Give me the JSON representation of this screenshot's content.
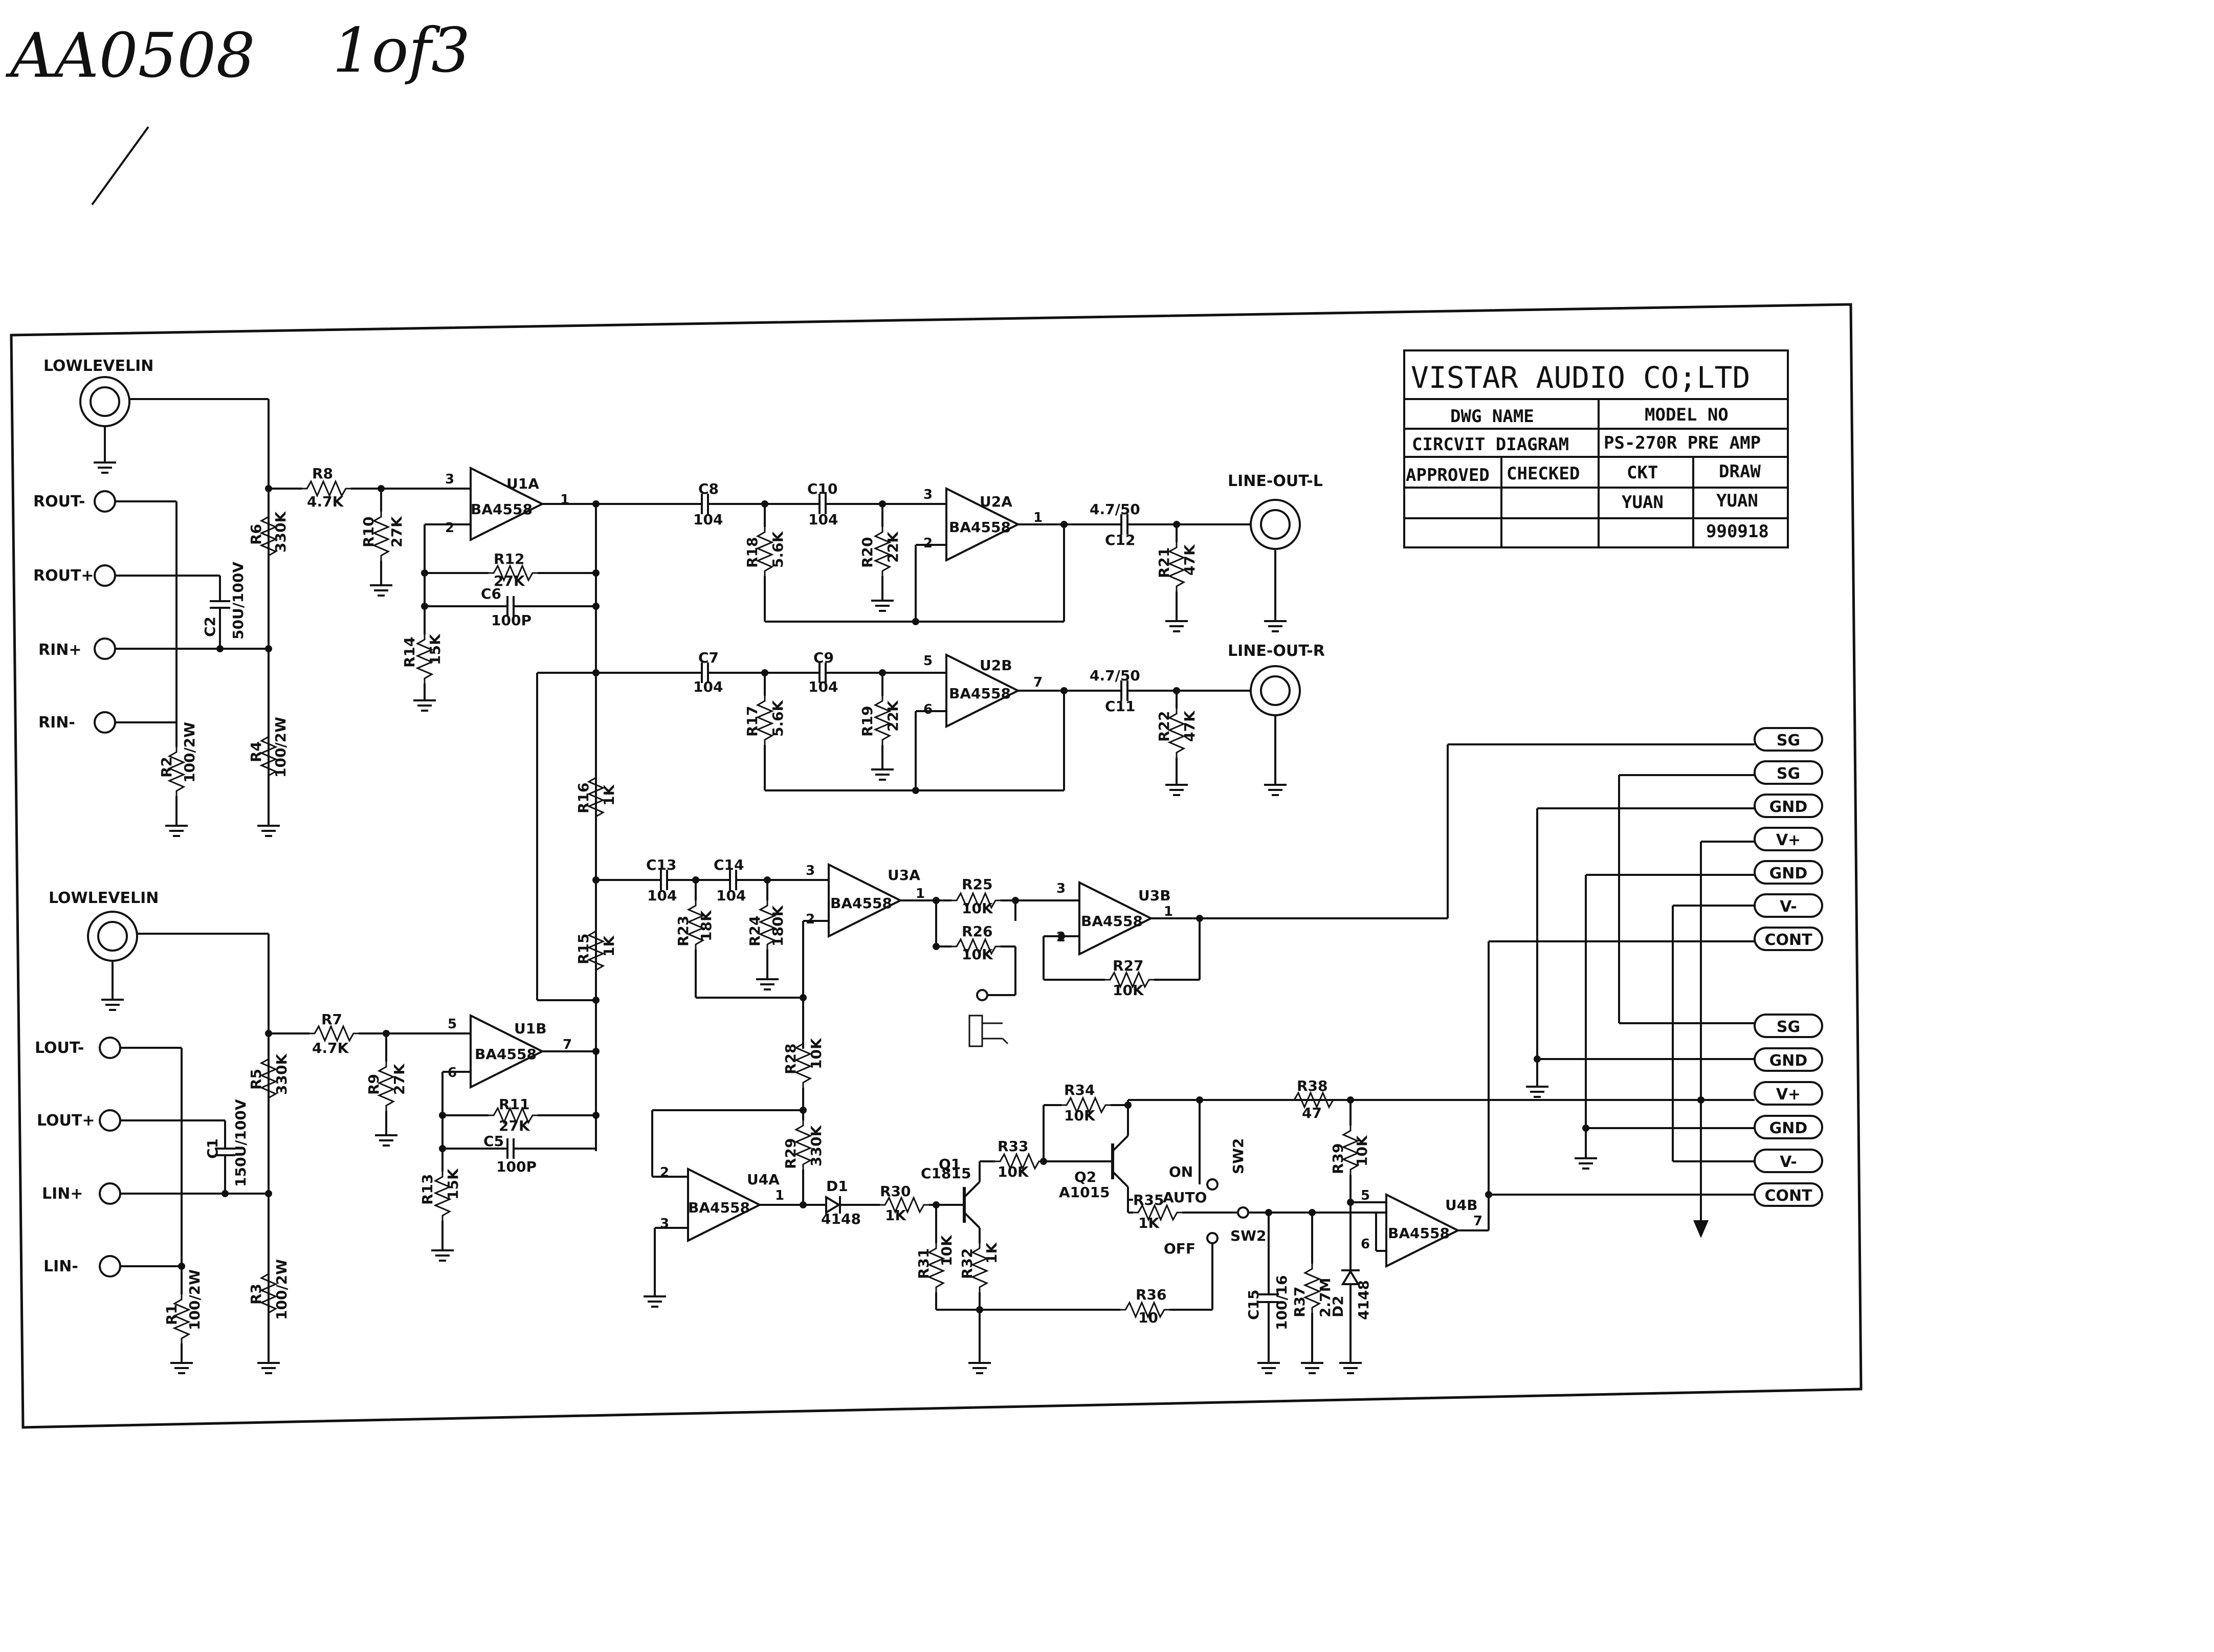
{
  "handwritten": {
    "code": "AA0508",
    "page": "1of3"
  },
  "title_block": {
    "company": "VISTAR AUDIO CO;LTD",
    "dwg_name_label": "DWG NAME",
    "model_no_label": "MODEL NO",
    "dwg_name": "CIRCVIT DIAGRAM",
    "model_no": "PS-270R PRE AMP",
    "approved_label": "APPROVED",
    "checked_label": "CHECKED",
    "ckt_label": "CKT",
    "draw_label": "DRAW",
    "ckt": "YUAN",
    "draw": "YUAN",
    "date": "990918"
  },
  "inputs": {
    "top_jack": "LOWLEVELIN",
    "bottom_jack": "LOWLEVELIN",
    "rout_minus": "ROUT-",
    "rout_plus": "ROUT+",
    "rin_plus": "RIN+",
    "rin_minus": "RIN-",
    "lout_minus": "LOUT-",
    "lout_plus": "LOUT+",
    "lin_plus": "LIN+",
    "lin_minus": "LIN-"
  },
  "outputs": {
    "line_out_l": "LINE-OUT-L",
    "line_out_r": "LINE-OUT-R"
  },
  "opamps": {
    "u1a": "U1A",
    "u1b": "U1B",
    "u2a": "U2A",
    "u2b": "U2B",
    "u3a": "U3A",
    "u3b": "U3B",
    "u4a": "U4A",
    "u4b": "U4B",
    "part": "BA4558"
  },
  "resistors": {
    "r1": "R1",
    "r1v": "100/2W",
    "r2": "R2",
    "r2v": "100/2W",
    "r3": "R3",
    "r3v": "100/2W",
    "r4": "R4",
    "r4v": "100/2W",
    "r5": "R5",
    "r5v": "330K",
    "r6": "R6",
    "r6v": "330K",
    "r7": "R7",
    "r7v": "4.7K",
    "r8": "R8",
    "r8v": "4.7K",
    "r9": "R9",
    "r9v": "27K",
    "r10": "R10",
    "r10v": "27K",
    "r11": "R11",
    "r11v": "27K",
    "r12": "R12",
    "r12v": "27K",
    "r13": "R13",
    "r13v": "15K",
    "r14": "R14",
    "r14v": "15K",
    "r15": "R15",
    "r15v": "1K",
    "r16": "R16",
    "r16v": "1K",
    "r17": "R17",
    "r17v": "5.6K",
    "r18": "R18",
    "r18v": "5.6K",
    "r19": "R19",
    "r19v": "22K",
    "r20": "R20",
    "r20v": "22K",
    "r21": "R21",
    "r21v": "47K",
    "r22": "R22",
    "r22v": "47K",
    "r23": "R23",
    "r23v": "18K",
    "r24": "R24",
    "r24v": "180K",
    "r25": "R25",
    "r25v": "10K",
    "r26": "R26",
    "r26v": "10K",
    "r27": "R27",
    "r27v": "10K",
    "r28": "R28",
    "r28v": "10K",
    "r29": "R29",
    "r29v": "330K",
    "r30": "R30",
    "r30v": "1K",
    "r31": "R31",
    "r31v": "10K",
    "r32": "R32",
    "r32v": "1K",
    "r33": "R33",
    "r33v": "10K",
    "r34": "R34",
    "r34v": "10K",
    "r35": "R35",
    "r35v": "1K",
    "r36": "R36",
    "r36v": "10",
    "r37": "R37",
    "r37v": "2.7M",
    "r38": "R38",
    "r38v": "47",
    "r39": "R39",
    "r39v": "10K"
  },
  "capacitors": {
    "c1": "C1",
    "c1v": "150U/100V",
    "c2": "C2",
    "c2v": "50U/100V",
    "c5": "C5",
    "c5v": "100P",
    "c6": "C6",
    "c6v": "100P",
    "c7": "C7",
    "c7v": "104",
    "c8": "C8",
    "c8v": "104",
    "c9": "C9",
    "c9v": "104",
    "c10": "C10",
    "c10v": "104",
    "c11": "C11",
    "c12": "C12",
    "c11v": "4.7/50",
    "c12v": "4.7/50",
    "c13": "C13",
    "c13v": "104",
    "c14": "C14",
    "c14v": "104",
    "c15": "C15",
    "c15v": "100/16"
  },
  "semis": {
    "q1": "Q1",
    "q1v": "C1815",
    "q2": "Q2",
    "q2v": "A1015",
    "d1": "D1",
    "d1v": "4148",
    "d2": "D2",
    "d2v": "4148"
  },
  "switch": {
    "name": "SW2",
    "on": "ON",
    "auto": "AUTO",
    "off": "OFF"
  },
  "connector": {
    "pins_top": [
      "SG",
      "SG",
      "GND",
      "V+",
      "GND",
      "V-",
      "CONT"
    ],
    "pins_bottom": [
      "SG",
      "GND",
      "V+",
      "GND",
      "V-",
      "CONT"
    ]
  },
  "pin_numbers": {
    "p1": "1",
    "p2": "2",
    "p3": "3",
    "p5": "5",
    "p6": "6",
    "p7": "7"
  }
}
